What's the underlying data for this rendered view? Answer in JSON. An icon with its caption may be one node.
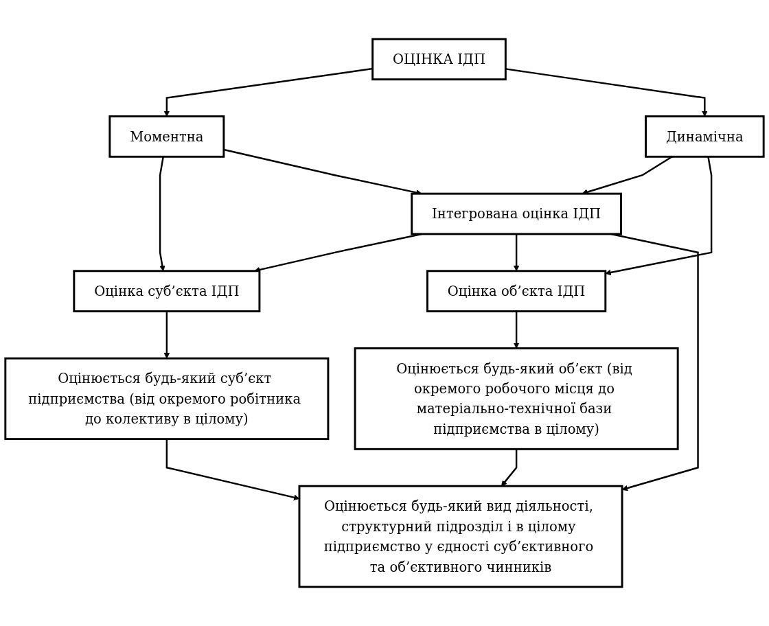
{
  "diagram": {
    "nodes": [
      {
        "text": [
          "ОЦІНКА ІДП"
        ]
      },
      {
        "text": [
          "Моментна"
        ]
      },
      {
        "text": [
          "Динамічна"
        ]
      },
      {
        "text": [
          "Інтегрована оцінка ІДП"
        ]
      },
      {
        "text": [
          "Оцінка суб’єкта ІДП"
        ]
      },
      {
        "text": [
          "Оцінка об’єкта ІДП"
        ]
      },
      {
        "text": [
          "Оцінюється будь-який суб’єкт підприємства (від окремого робітника до колективу в цілому)"
        ]
      },
      {
        "text": [
          "Оцінюється будь-який об’єкт (від окремого робочого місця до матеріально-технічної бази підприємства в цілому)"
        ]
      },
      {
        "text": [
          "Оцінюється будь-який вид діяльності, структурний підрозділ і в цілому підприємство у єдності суб’єктивного та об’єктивного чинників"
        ]
      }
    ],
    "edges": [
      {
        "from": 0,
        "to": 1,
        "arrow": "to"
      },
      {
        "from": 0,
        "to": 2,
        "arrow": "to"
      },
      {
        "from": 1,
        "to": 4,
        "arrow": "to"
      },
      {
        "from": 1,
        "to": 3,
        "arrow": "to"
      },
      {
        "from": 2,
        "to": 3,
        "arrow": "to"
      },
      {
        "from": 2,
        "to": 5,
        "arrow": "to"
      },
      {
        "from": 3,
        "to": 4,
        "arrow": "to"
      },
      {
        "from": 3,
        "to": 5,
        "arrow": "to"
      },
      {
        "from": 3,
        "to": 8,
        "arrow": "to"
      },
      {
        "from": 4,
        "to": 6,
        "arrow": "to"
      },
      {
        "from": 5,
        "to": 7,
        "arrow": "to"
      },
      {
        "from": 6,
        "to": 8,
        "arrow": "to"
      },
      {
        "from": 7,
        "to": 8,
        "arrow": "to"
      }
    ]
  }
}
